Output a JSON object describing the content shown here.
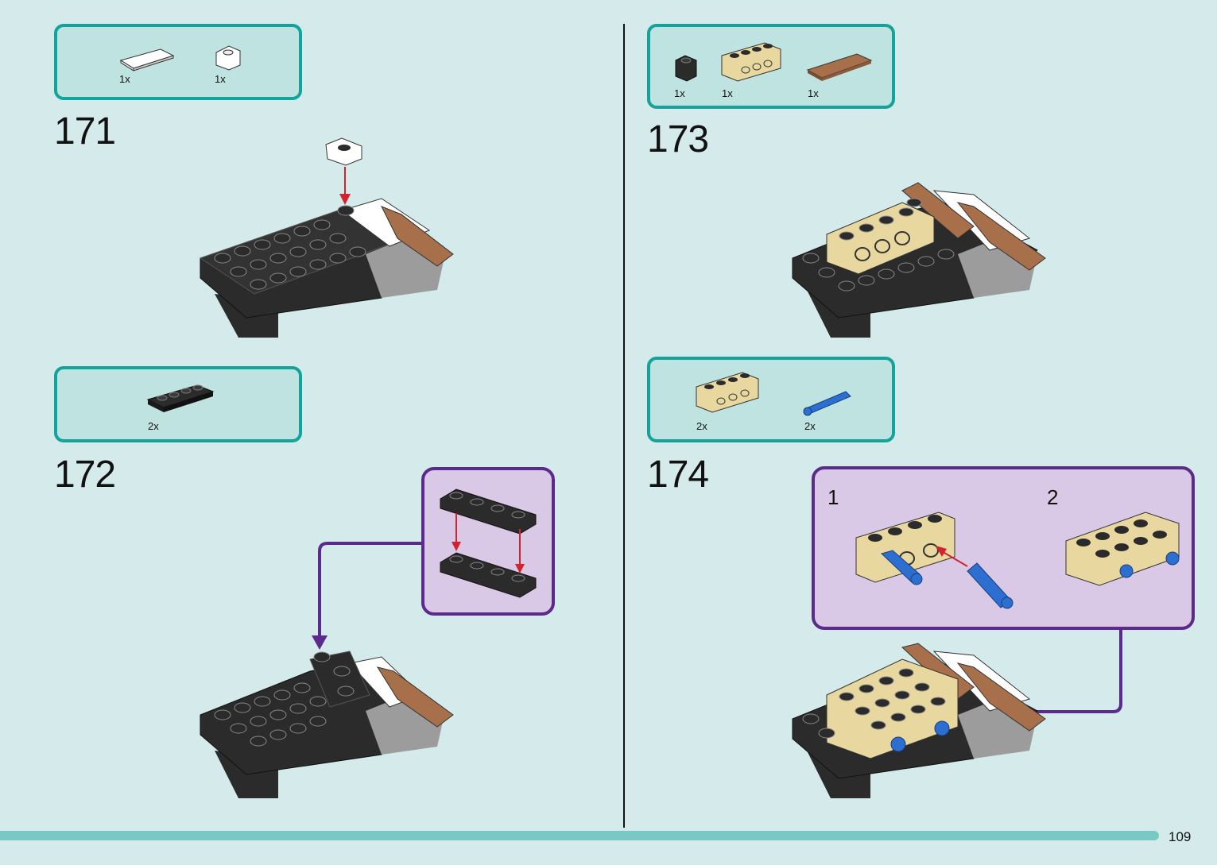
{
  "page_number": "109",
  "steps": [
    {
      "number": "171",
      "parts": [
        {
          "name": "white-tile-1x4",
          "qty": "1x"
        },
        {
          "name": "white-bracket-plate",
          "qty": "1x"
        }
      ]
    },
    {
      "number": "172",
      "parts": [
        {
          "name": "black-plate-1x4",
          "qty": "2x"
        }
      ]
    },
    {
      "number": "173",
      "parts": [
        {
          "name": "black-brick-1x1",
          "qty": "1x"
        },
        {
          "name": "tan-technic-brick-1x4",
          "qty": "1x"
        },
        {
          "name": "brown-tile-1x4",
          "qty": "1x"
        }
      ]
    },
    {
      "number": "174",
      "parts": [
        {
          "name": "tan-technic-brick-1x4",
          "qty": "2x"
        },
        {
          "name": "blue-axle-pin",
          "qty": "2x"
        }
      ],
      "substeps": [
        "1",
        "2"
      ]
    }
  ],
  "colors": {
    "background": "#d5ebeb",
    "parts_box_border": "#13a39a",
    "parts_box_fill": "#bfe3e0",
    "callout_border": "#5b2a8a",
    "callout_fill": "#d9c8e6",
    "arrow_red": "#d1242f",
    "brick_black": "#2b2b2b",
    "brick_tan": "#e8d8a0",
    "brick_brown": "#a8704a",
    "pin_blue": "#2d6fd1"
  }
}
